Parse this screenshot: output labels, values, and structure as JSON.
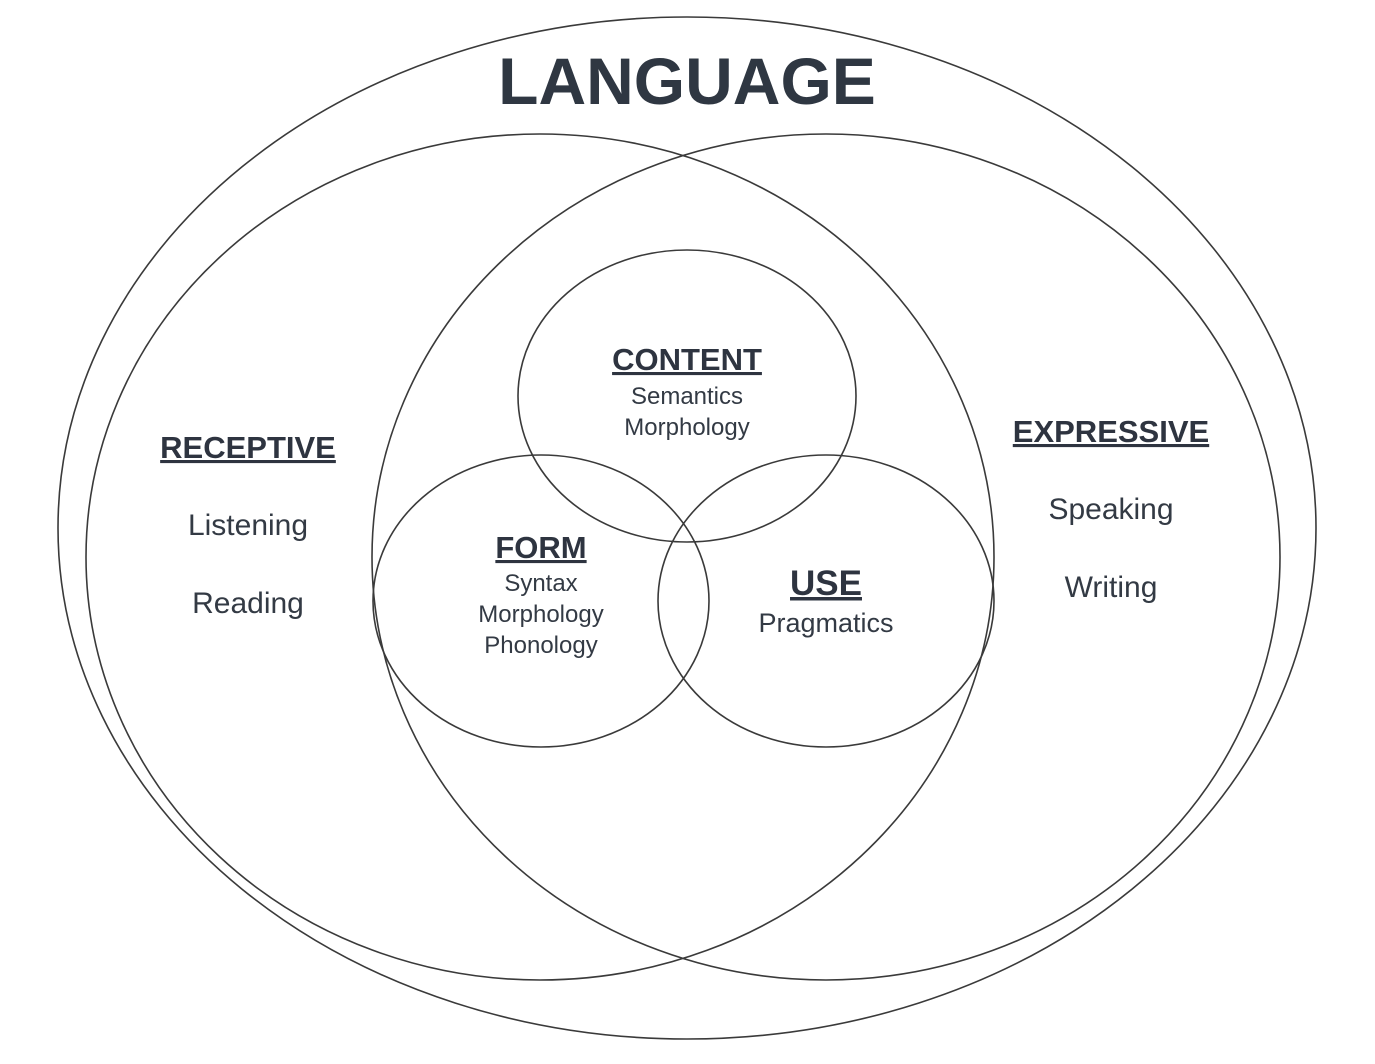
{
  "title": "LANGUAGE",
  "receptive": {
    "heading": "RECEPTIVE",
    "items": [
      "Listening",
      "Reading"
    ]
  },
  "expressive": {
    "heading": "EXPRESSIVE",
    "items": [
      "Speaking",
      "Writing"
    ]
  },
  "content": {
    "heading": "CONTENT",
    "items": [
      "Semantics",
      "Morphology"
    ]
  },
  "form": {
    "heading": "FORM",
    "items": [
      "Syntax",
      "Morphology",
      "Phonology"
    ]
  },
  "use": {
    "heading": "USE",
    "items": [
      "Pragmatics"
    ]
  },
  "colors": {
    "text": "#2e3440",
    "line": "#3a3a3a",
    "background": "#ffffff"
  }
}
